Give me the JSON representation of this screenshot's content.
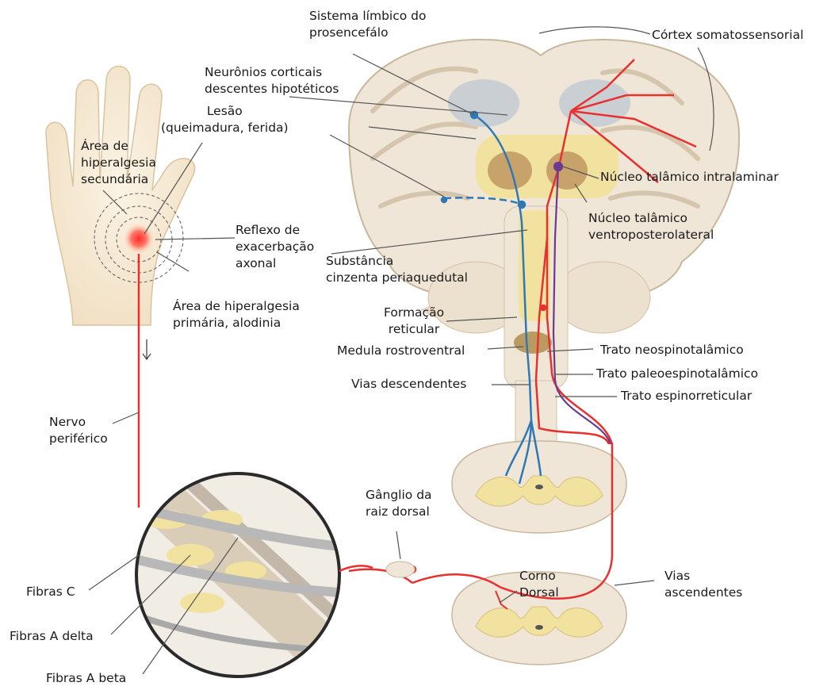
{
  "labels": {
    "sistema_limbico": "Sistema límbico do\nprosencefálo",
    "cortex": "Córtex somatossensorial",
    "neuronios": "Neurônios corticais\ndescentes hipotéticos",
    "lesao": "Lesão\n(queimadura, ferida)",
    "area_secundaria": "Área de\nhiperalgesia\nsecundária",
    "nucleo_intralaminar": "Núcleo talâmico intralaminar",
    "nucleo_ventro": "Núcleo talâmico\nventroposterolateral",
    "reflexo": "Reflexo de\nexacerbação\naxonal",
    "substancia": "Substância\ncinzenta periaquedutal",
    "area_primaria": "Área de hiperalgesia\nprimária, alodinia",
    "formacao": "Formação\nreticular",
    "medula": "Medula rostroventral",
    "trato_neo": "Trato neospinotalâmico",
    "trato_paleo": "Trato paleoespinotalâmico",
    "vias_desc": "Vias descendentes",
    "trato_espino": "Trato espinorreticular",
    "nervo": "Nervo\nperiférico",
    "ganglio": "Gânglio da\nraiz dorsal",
    "corno": "Corno\nDorsal",
    "vias_asc": "Vias\nascendentes",
    "fibras_c": "Fibras C",
    "fibras_delta": "Fibras A delta",
    "fibras_beta": "Fibras A beta"
  },
  "colors": {
    "red_pathway": "#e8302f",
    "blue_pathway": "#2f78b5",
    "purple_pathway": "#6b3a8f",
    "brain_tissue": "#efe6d8",
    "gray_matter": "#f2e9a8",
    "skin": "#f7ecd6"
  }
}
